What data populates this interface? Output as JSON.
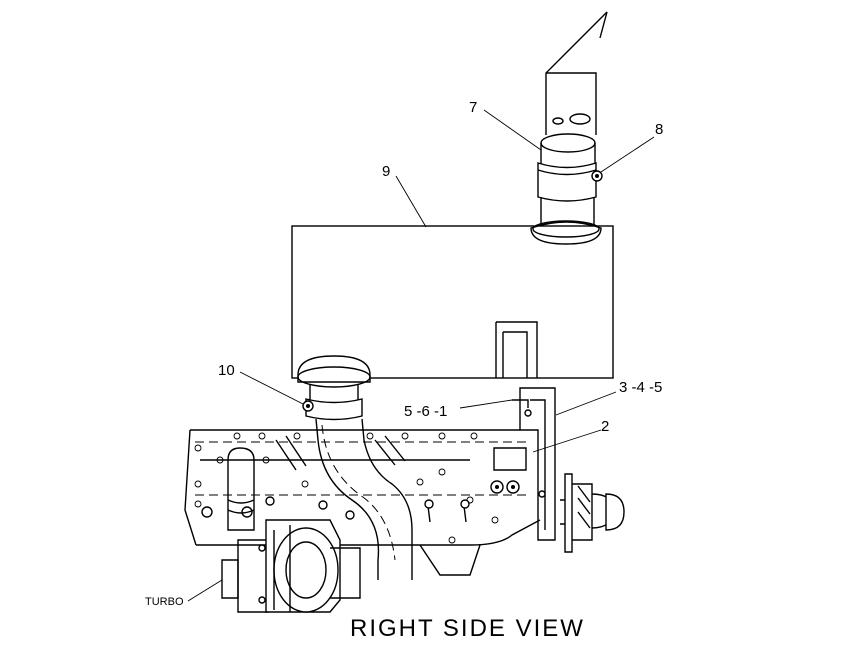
{
  "callouts": {
    "c7": "7",
    "c8": "8",
    "c9": "9",
    "c10": "10",
    "c2": "2",
    "c345": "3 -4 -5",
    "c561": "5 -6 -1",
    "turbo": "TURBO"
  },
  "view_title": "RIGHT SIDE VIEW"
}
